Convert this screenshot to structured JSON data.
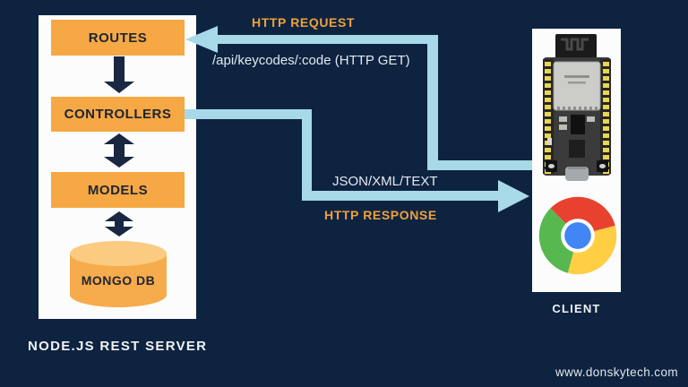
{
  "colors": {
    "background": "#0E2340",
    "panel": "#FCFCFD",
    "box_orange": "#F5A844",
    "cylinder_top": "#FACB80",
    "cylinder_body": "#F6AC4C",
    "dark_arrow": "#1A2742",
    "flow_blue": "#A7D9E9",
    "label_orange": "#ECA23D",
    "text_light": "#E2E9EF"
  },
  "server": {
    "caption": "NODE.JS REST SERVER",
    "boxes": [
      {
        "label": "ROUTES"
      },
      {
        "label": "CONTROLLERS"
      },
      {
        "label": "MODELS"
      }
    ],
    "database": {
      "label": "MONGO DB"
    }
  },
  "request": {
    "title": "HTTP REQUEST",
    "endpoint": "/api/keycodes/:code (HTTP GET)"
  },
  "response": {
    "payload": "JSON/XML/TEXT",
    "title": "HTTP RESPONSE"
  },
  "client": {
    "caption": "CLIENT"
  },
  "footer": {
    "website": "www.donskytech.com"
  }
}
